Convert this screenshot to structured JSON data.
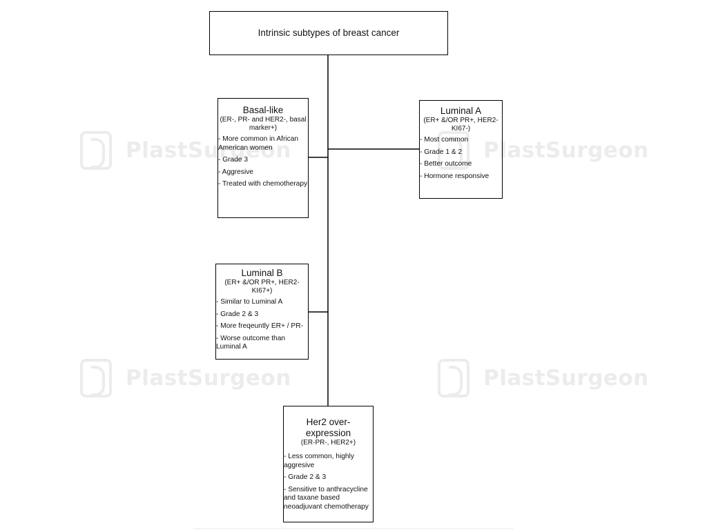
{
  "root": {
    "title": "Intrinsic subtypes of breast cancer"
  },
  "watermark": {
    "text": "PlastSurgeon",
    "icon": "plastsurgeon-logo-icon"
  },
  "subtypes": {
    "basal": {
      "title": "Basal-like",
      "subtitle": "(ER-, PR- and HER2-, basal marker+)",
      "items": [
        "- More common in African American women",
        "- Grade 3",
        "- Aggresive",
        "- Treated with chemotherapy"
      ]
    },
    "luminal_a": {
      "title": "Luminal A",
      "subtitle": "(ER+ &/OR PR+, HER2- KI67-)",
      "items": [
        "- Most common",
        "- Grade 1 & 2",
        "- Better outcome",
        "- Hormone responsive"
      ]
    },
    "luminal_b": {
      "title": "Luminal B",
      "subtitle": "(ER+ &/OR PR+, HER2-KI67+)",
      "items": [
        "- Similar to Luminal A",
        "- Grade 2 & 3",
        "- More freqeuntly ER+ / PR-",
        "- Worse outcome than Luminal A"
      ]
    },
    "her2": {
      "title": "Her2 over-expression",
      "subtitle": "(ER-PR-, HER2+)",
      "items": [
        "- Less common, highly aggresive",
        "- Grade 2 & 3",
        "- Sensitive to anthracycline and taxane based neoadjuvant chemotherapy"
      ]
    }
  }
}
